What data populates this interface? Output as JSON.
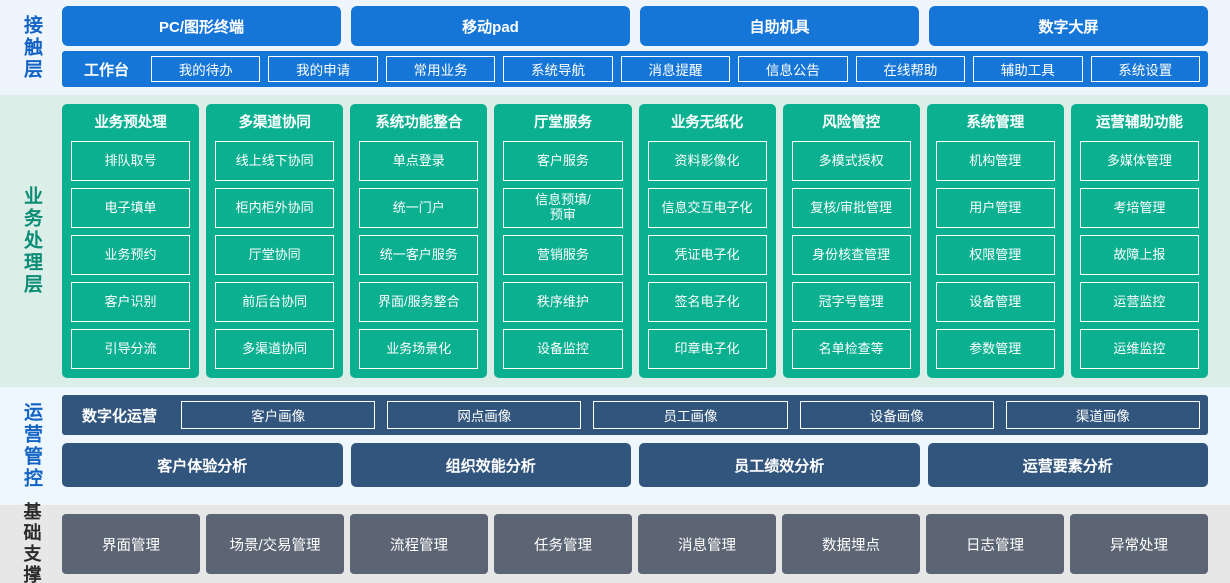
{
  "layers": [
    {
      "key": "contact",
      "label": "接触层",
      "label_color": "#1263c4",
      "bg": "#eef5fd",
      "channels": [
        "PC/图形终端",
        "移动pad",
        "自助机具",
        "数字大屏"
      ],
      "workbench_title": "工作台",
      "workbench_items": [
        "我的待办",
        "我的申请",
        "常用业务",
        "系统导航",
        "消息提醒",
        "信息公告",
        "在线帮助",
        "辅助工具",
        "系统设置"
      ]
    },
    {
      "key": "business",
      "label": "业务处理层",
      "label_color": "#0a8d75",
      "bg": "#dceee8",
      "card_color": "#0bb091",
      "columns": [
        {
          "title": "业务预处理",
          "items": [
            "排队取号",
            "电子填单",
            "业务预约",
            "客户识别",
            "引导分流"
          ]
        },
        {
          "title": "多渠道协同",
          "items": [
            "线上线下协同",
            "柜内柜外协同",
            "厅堂协同",
            "前后台协同",
            "多渠道协同"
          ]
        },
        {
          "title": "系统功能整合",
          "items": [
            "单点登录",
            "统一门户",
            "统一客户服务",
            "界面/服务整合",
            "业务场景化"
          ]
        },
        {
          "title": "厅堂服务",
          "items": [
            "客户服务",
            "信息预填/\n预审",
            "营销服务",
            "秩序维护",
            "设备监控"
          ]
        },
        {
          "title": "业务无纸化",
          "items": [
            "资料影像化",
            "信息交互电子化",
            "凭证电子化",
            "签名电子化",
            "印章电子化"
          ]
        },
        {
          "title": "风险管控",
          "items": [
            "多模式授权",
            "复核/审批管理",
            "身份核查管理",
            "冠字号管理",
            "名单检查等"
          ]
        },
        {
          "title": "系统管理",
          "items": [
            "机构管理",
            "用户管理",
            "权限管理",
            "设备管理",
            "参数管理"
          ]
        },
        {
          "title": "运营辅助功能",
          "items": [
            "多媒体管理",
            "考培管理",
            "故障上报",
            "运营监控",
            "运维监控"
          ]
        }
      ]
    },
    {
      "key": "operations",
      "label": "运营管控",
      "label_color": "#1263c4",
      "bg": "#eef7fd",
      "bar_color": "#32557d",
      "portrait_title": "数字化运营",
      "portrait_items": [
        "客户画像",
        "网点画像",
        "员工画像",
        "设备画像",
        "渠道画像"
      ],
      "analysis_items": [
        "客户体验分析",
        "组织效能分析",
        "员工绩效分析",
        "运营要素分析"
      ]
    },
    {
      "key": "foundation",
      "label": "基础支撑",
      "label_color": "#2b2b2b",
      "bg": "#e7e7e7",
      "item_color": "#5b6573",
      "items": [
        "界面管理",
        "场景/交易管理",
        "流程管理",
        "任务管理",
        "消息管理",
        "数据埋点",
        "日志管理",
        "异常处理"
      ]
    }
  ]
}
